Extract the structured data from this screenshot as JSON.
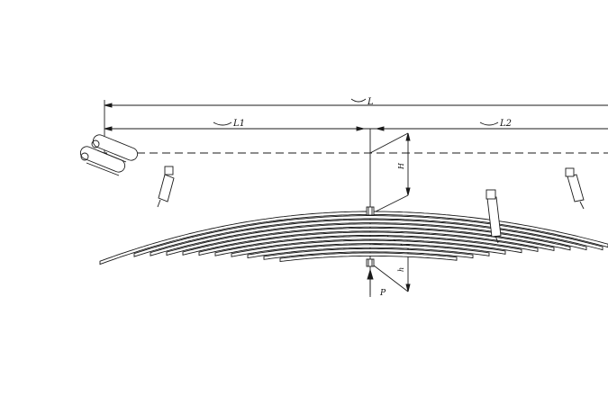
{
  "diagram": {
    "labels": {
      "total_length": "L",
      "left_length": "L1",
      "right_length": "L2",
      "upper_deflection": "H",
      "lower_deflection": "h",
      "force": "P"
    },
    "colors": {
      "line": "#1a1a1a",
      "background": "#ffffff"
    },
    "leaf_count": 11
  }
}
